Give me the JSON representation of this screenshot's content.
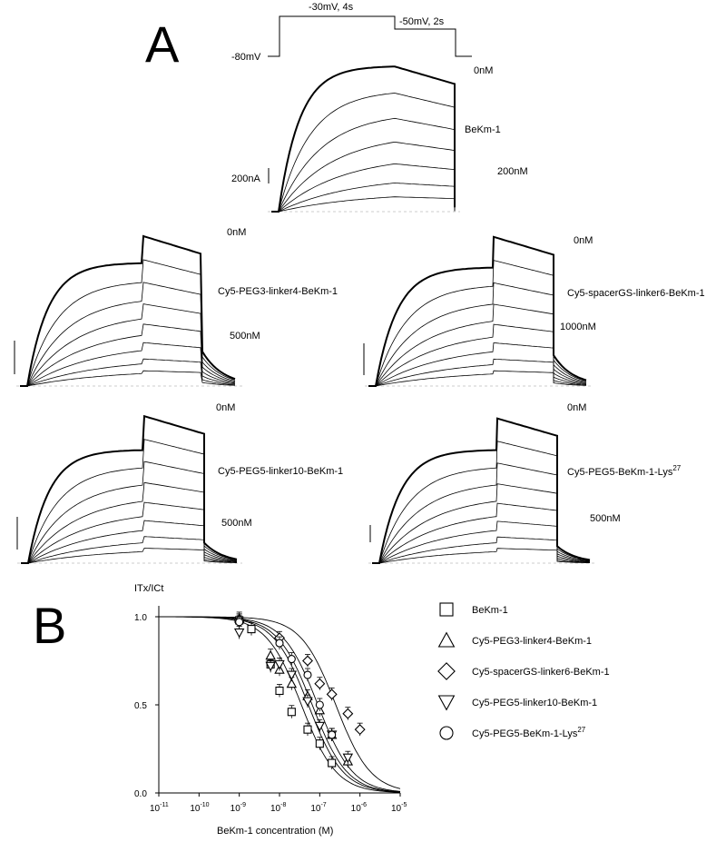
{
  "panel_a": {
    "letter": "A",
    "protocol": {
      "hold_label": "-80mV",
      "step1_label": "-30mV, 4s",
      "step2_label": "-50mV, 2s"
    },
    "scale_label": "200nA",
    "top": {
      "name": "BeKm-1",
      "low_label": "0nM",
      "high_label": "200nM",
      "n_traces": 7
    },
    "grid": [
      {
        "name": "Cy5-PEG3-linker4-BeKm-1",
        "low_label": "0nM",
        "high_label": "500nM",
        "n_traces": 8
      },
      {
        "name": "Cy5-spacerGS-linker6-BeKm-1",
        "low_label": "0nM",
        "high_label": "1000nM",
        "n_traces": 8
      },
      {
        "name": "Cy5-PEG5-linker10-BeKm-1",
        "low_label": "0nM",
        "high_label": "500nM",
        "n_traces": 8
      },
      {
        "name_main": "Cy5-PEG5-BeKm-1-Lys",
        "name_sup": "27",
        "low_label": "0nM",
        "high_label": "500nM",
        "n_traces": 8
      }
    ]
  },
  "panel_b": {
    "letter": "B"
  },
  "chart_data": {
    "type": "scatter",
    "ylabel": "ITx/ICt",
    "xlabel": "BeKm-1 concentration (M)",
    "xscale": "log",
    "xlim": [
      1e-11,
      1e-05
    ],
    "ylim": [
      0.0,
      1.0
    ],
    "xtick_base": "10",
    "xtick_exponents": [
      "-11",
      "-10",
      "-9",
      "-8",
      "-7",
      "-6",
      "-5"
    ],
    "yticks": [
      "0.0",
      "0.5",
      "1.0"
    ],
    "legend_position": "right",
    "series": [
      {
        "name": "BeKm-1",
        "marker": "square",
        "ic50": 3.5e-08,
        "hill": 1.0,
        "x": [
          1e-09,
          2e-09,
          6e-09,
          1e-08,
          2e-08,
          5e-08,
          1e-07,
          2e-07
        ],
        "y": [
          0.98,
          0.93,
          0.73,
          0.58,
          0.46,
          0.36,
          0.28,
          0.17
        ]
      },
      {
        "name": "Cy5-PEG3-linker4-BeKm-1",
        "marker": "triangle-up",
        "ic50": 6.5e-08,
        "hill": 1.0,
        "x": [
          1e-09,
          6e-09,
          1e-08,
          2e-08,
          5e-08,
          1e-07,
          2e-07,
          5e-07
        ],
        "y": [
          0.99,
          0.78,
          0.7,
          0.62,
          0.55,
          0.47,
          0.33,
          0.18
        ]
      },
      {
        "name": "Cy5-spacerGS-linker6-BeKm-1",
        "marker": "diamond",
        "ic50": 2.5e-07,
        "hill": 1.0,
        "x": [
          1e-09,
          1e-08,
          5e-08,
          1e-07,
          2e-07,
          5e-07,
          1e-06
        ],
        "y": [
          0.98,
          0.88,
          0.75,
          0.62,
          0.56,
          0.45,
          0.36
        ]
      },
      {
        "name": "Cy5-PEG5-linker10-BeKm-1",
        "marker": "triangle-down",
        "ic50": 5.2e-08,
        "hill": 1.0,
        "x": [
          1e-09,
          6e-09,
          1e-08,
          2e-08,
          5e-08,
          1e-07,
          2e-07,
          5e-07
        ],
        "y": [
          0.91,
          0.72,
          0.73,
          0.67,
          0.52,
          0.38,
          0.33,
          0.2
        ]
      },
      {
        "name_main": "Cy5-PEG5-BeKm-1-Lys",
        "name_sup": "27",
        "marker": "circle",
        "ic50": 9e-08,
        "hill": 1.0,
        "x": [
          1e-09,
          1e-08,
          2e-08,
          5e-08,
          1e-07,
          2e-07
        ],
        "y": [
          0.97,
          0.85,
          0.76,
          0.67,
          0.5,
          0.33
        ]
      }
    ]
  }
}
